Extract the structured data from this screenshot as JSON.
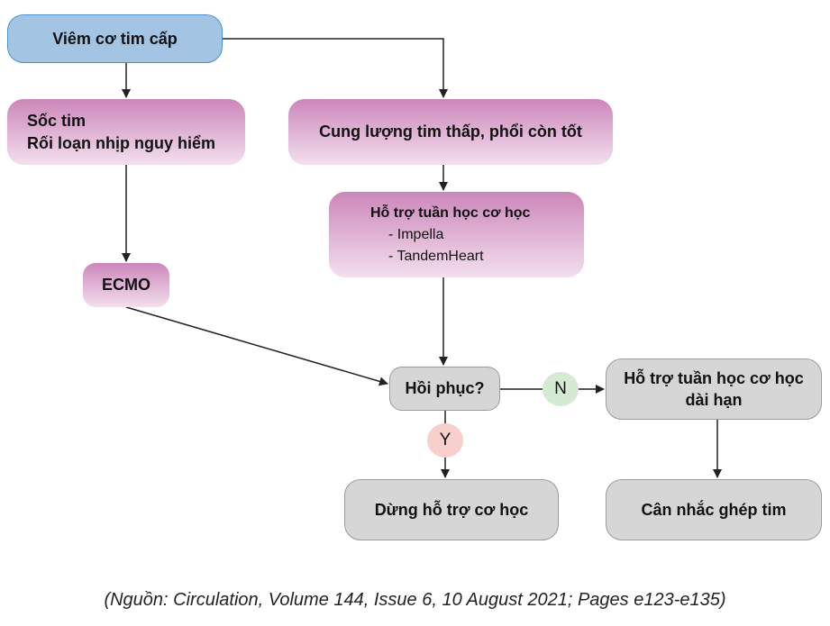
{
  "nodes": {
    "acute": "Viêm cơ tim cấp",
    "shock_1": "Sốc tim",
    "shock_2": "Rối loạn nhịp nguy hiểm",
    "low_output": "Cung lượng tim thấp, phổi còn tốt",
    "mcs_title": "Hỗ trợ tuần học cơ học",
    "mcs_item_1": "- Impella",
    "mcs_item_2": "- TandemHeart",
    "ecmo": "ECMO",
    "recovery": "Hồi phục?",
    "long_term_1": "Hỗ trợ tuần học cơ học",
    "long_term_2": "dài hạn",
    "stop": "Dừng hỗ trợ cơ học",
    "transplant": "Cân nhắc ghép tim"
  },
  "labels": {
    "no": "N",
    "yes": "Y"
  },
  "caption": "(Nguồn: Circulation, Volume 144, Issue 6, 10 August 2021; Pages e123-e135)"
}
